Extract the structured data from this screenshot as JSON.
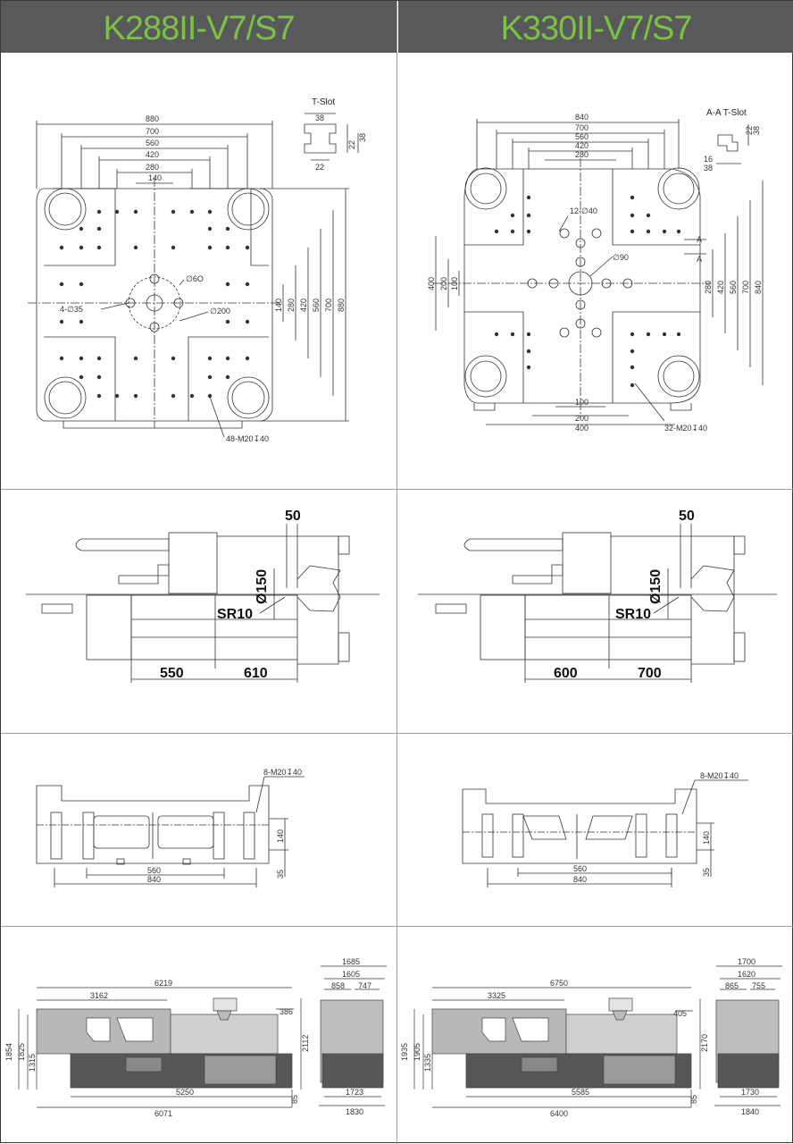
{
  "models": [
    {
      "title": "K288II-V7/S7",
      "platen": {
        "tslot_label": "T-Slot",
        "tslot_dims": [
          "38",
          "22",
          "38",
          "22"
        ],
        "horizontal_dims": [
          "880",
          "700",
          "560",
          "420",
          "280",
          "140"
        ],
        "vertical_dims": [
          "140",
          "280",
          "420",
          "560",
          "700",
          "880"
        ],
        "hole_labels": [
          "∅6O",
          "4-∅35",
          "∅200"
        ],
        "thread_label": "48-M20↧40"
      },
      "nozzle": {
        "top_dim": "50",
        "dia_label": "Ø150",
        "radius_label": "SR10",
        "bottom_dims": [
          "550",
          "610"
        ]
      },
      "side_platen": {
        "thread_label": "8-M20↧40",
        "horizontal_dims": [
          "560",
          "840"
        ],
        "vertical_dims": [
          "140",
          "35"
        ]
      },
      "machine": {
        "top_dims": [
          "6219",
          "3162",
          "386"
        ],
        "left_dims": [
          "1854",
          "1825",
          "1315"
        ],
        "right_dim": "2112",
        "bottom_dims": [
          "5250",
          "6071",
          "85"
        ],
        "end_top_dims": [
          "1685",
          "1605",
          "858",
          "747"
        ],
        "end_bottom_dims": [
          "1723",
          "1830"
        ]
      }
    },
    {
      "title": "K330II-V7/S7",
      "platen": {
        "tslot_label": "A-A T-Slot",
        "tslot_dims": [
          "22",
          "38",
          "16",
          "38"
        ],
        "horizontal_dims": [
          "840",
          "700",
          "560",
          "420",
          "280"
        ],
        "vertical_dims": [
          "280",
          "420",
          "560",
          "700",
          "840"
        ],
        "left_dims": [
          "400",
          "200",
          "100"
        ],
        "bottom_dims": [
          "100",
          "200",
          "400"
        ],
        "hole_labels": [
          "12-∅40",
          "∅90"
        ],
        "section_marks": [
          "A",
          "A"
        ],
        "thread_label": "32-M20↧40"
      },
      "nozzle": {
        "top_dim": "50",
        "dia_label": "Ø150",
        "radius_label": "SR10",
        "bottom_dims": [
          "600",
          "700"
        ]
      },
      "side_platen": {
        "thread_label": "8-M20↧40",
        "horizontal_dims": [
          "560",
          "840"
        ],
        "vertical_dims": [
          "140",
          "35"
        ]
      },
      "machine": {
        "top_dims": [
          "6750",
          "3325",
          "405"
        ],
        "left_dims": [
          "1935",
          "1905",
          "1335"
        ],
        "right_dim": "2170",
        "bottom_dims": [
          "5585",
          "6400",
          "85"
        ],
        "end_top_dims": [
          "1700",
          "1620",
          "865",
          "755"
        ],
        "end_bottom_dims": [
          "1730",
          "1840"
        ]
      }
    }
  ],
  "colors": {
    "header_bg": "#58595b",
    "header_text": "#7dc142",
    "line": "#333333"
  }
}
